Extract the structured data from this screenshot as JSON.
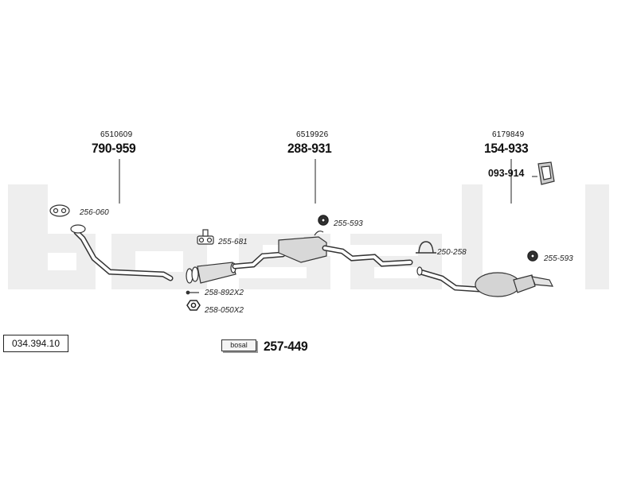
{
  "reference_number": "034.394.10",
  "watermark": "bosal",
  "parts": [
    {
      "oem": "6510609",
      "part": "790-959"
    },
    {
      "oem": "6519926",
      "part": "288-931"
    },
    {
      "oem": "6179849",
      "part": "154-933"
    }
  ],
  "accessories": {
    "bracket": "093-914",
    "gasket_front": "256-060",
    "hanger_front": "255-681",
    "bolt": "258-892X2",
    "nut": "258-050X2",
    "ring_mid": "255-593",
    "clamp": "250-258",
    "ring_rear": "255-593"
  },
  "kit": {
    "tag": "bosal",
    "number": "257-449"
  }
}
